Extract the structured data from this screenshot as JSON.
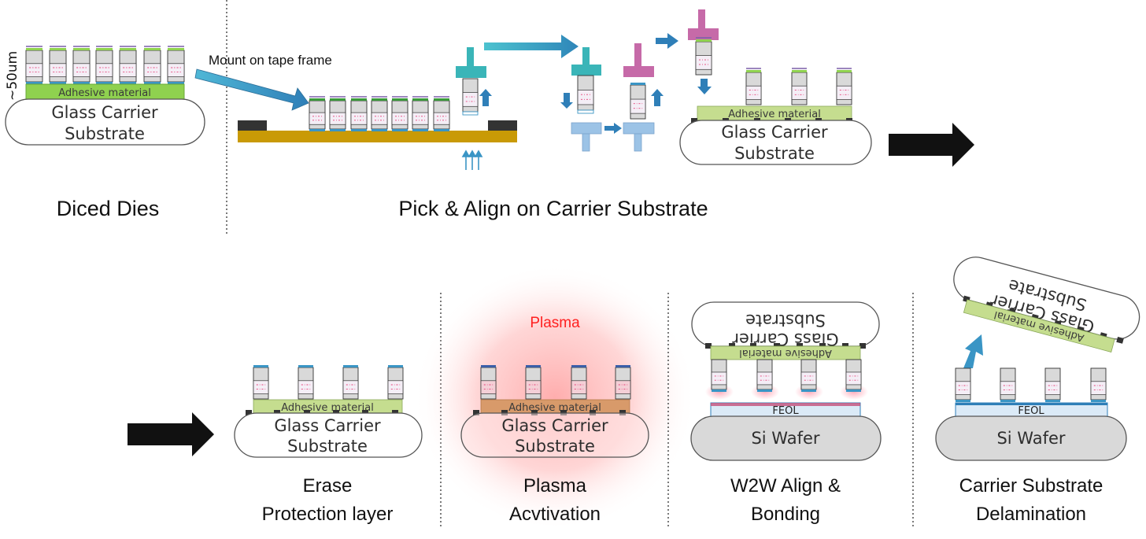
{
  "captions": {
    "diced_dies": "Diced Dies",
    "pick_align": "Pick & Align on Carrier Substrate"
  },
  "labels": {
    "thickness": "~50um",
    "mount_on_tape": "Mount on tape frame",
    "adhesive": "Adhesive material",
    "glass_line1": "Glass Carrier",
    "glass_line2": "Substrate",
    "plasma": "Plasma",
    "feol": "FEOL",
    "si_wafer": "Si Wafer"
  },
  "steps": [
    {
      "line1": "Erase",
      "line2": "Protection layer"
    },
    {
      "line1": "Plasma",
      "line2": "Acvtivation"
    },
    {
      "line1": "W2W Align &",
      "line2": "Bonding"
    },
    {
      "line1": "Carrier Substrate",
      "line2": "Delamination"
    }
  ],
  "colors": {
    "adhesive_green": "#8fd14f",
    "adhesive_olive": "#c5dd8f",
    "tape_frame": "#c99a06",
    "arrow_blue": "#3a95c5",
    "pick_teal": "#3ab5b8",
    "pick_magenta": "#c66aa8",
    "stage_blue": "#9cc3e6",
    "plasma_red": "#ff2020",
    "die_gray": "#d9d9d9"
  }
}
